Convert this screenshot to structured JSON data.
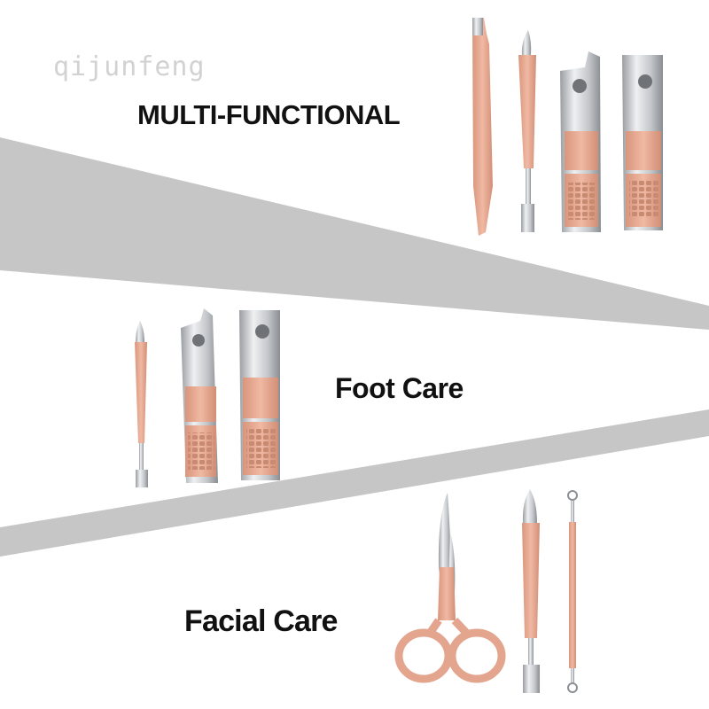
{
  "watermark": "qijunfeng",
  "headline": "MULTI-FUNCTIONAL",
  "sections": {
    "foot": "Foot Care",
    "facial": "Facial Care"
  },
  "colors": {
    "band": "#c6c6c6",
    "rose_gold": "#e3a58d",
    "rose_gold_dark": "#c98a72",
    "steel": "#cfd1d4",
    "steel_dark": "#8d9094",
    "text": "#111111",
    "watermark": "#d2d2d2"
  }
}
